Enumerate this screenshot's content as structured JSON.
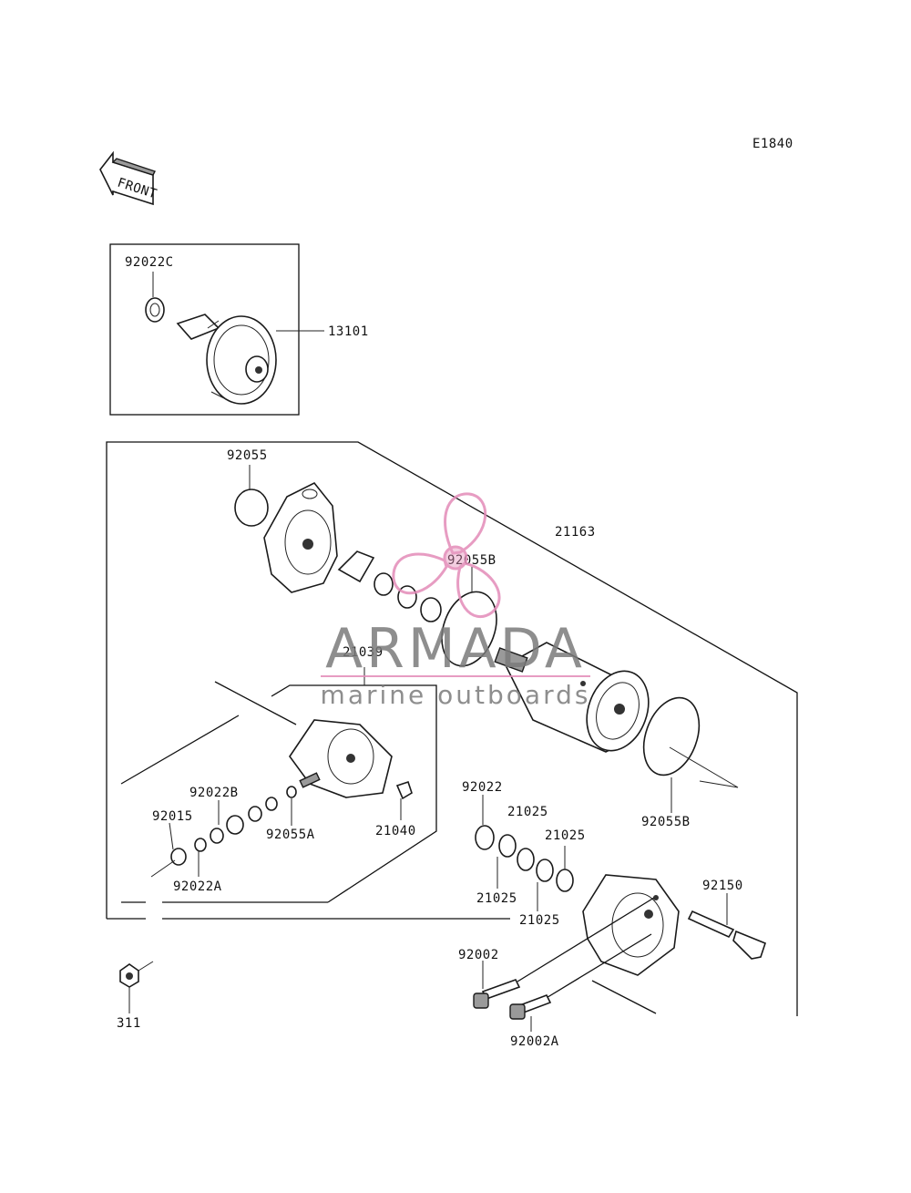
{
  "diagram_code": "E1840",
  "front_label": "FRONT",
  "watermark": {
    "name": "ARMADA",
    "tagline": "marine outboards",
    "logo": "propeller-logo",
    "logo_color": "#e38bb8"
  },
  "part_labels": {
    "p92022C": "92022C",
    "p13101": "13101",
    "p92055": "92055",
    "p21163": "21163",
    "p92055B_top": "92055B",
    "p21039": "21039",
    "p92022B": "92022B",
    "p92015": "92015",
    "p92055A": "92055A",
    "p21040": "21040",
    "p92022A": "92022A",
    "p92022": "92022",
    "p21025_a": "21025",
    "p21025_b": "21025",
    "p21025_c": "21025",
    "p21025_d": "21025",
    "p92055B_bottom": "92055B",
    "p92150": "92150",
    "p92002": "92002",
    "p92002A": "92002A",
    "p311": "311"
  }
}
